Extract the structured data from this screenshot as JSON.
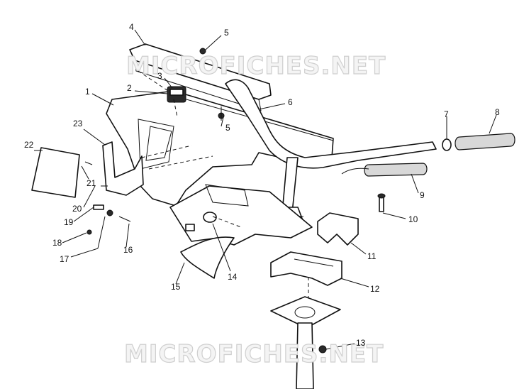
{
  "watermark": "MICROFICHES.NET",
  "callouts": [
    "1",
    "2",
    "3",
    "4",
    "5",
    "5",
    "6",
    "7",
    "8",
    "9",
    "10",
    "11",
    "12",
    "13",
    "14",
    "15",
    "16",
    "17",
    "18",
    "19",
    "20",
    "21",
    "22",
    "23"
  ]
}
